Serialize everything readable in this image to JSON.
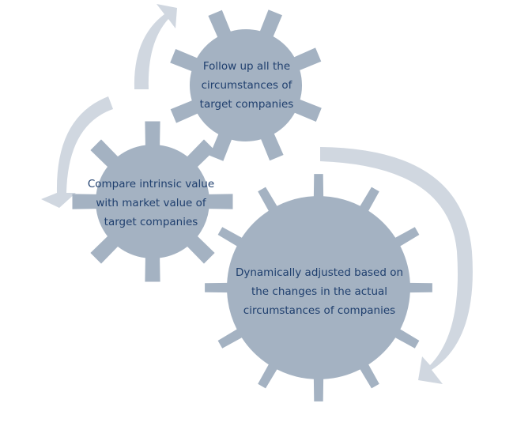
{
  "colors": {
    "gear_fill": "#a4b2c2",
    "arrow_fill": "#d0d7e0",
    "text": "#1f3f6e",
    "background": "#ffffff"
  },
  "gears": [
    {
      "name": "gear-top",
      "lines": [
        "Follow up all the",
        "circumstances of",
        "target companies"
      ]
    },
    {
      "name": "gear-left",
      "lines": [
        "Compare intrinsic value",
        "with market value of",
        "target companies"
      ]
    },
    {
      "name": "gear-bottom",
      "lines": [
        "Dynamically adjusted based on",
        "the changes in the actual",
        "circumstances of companies"
      ]
    }
  ]
}
